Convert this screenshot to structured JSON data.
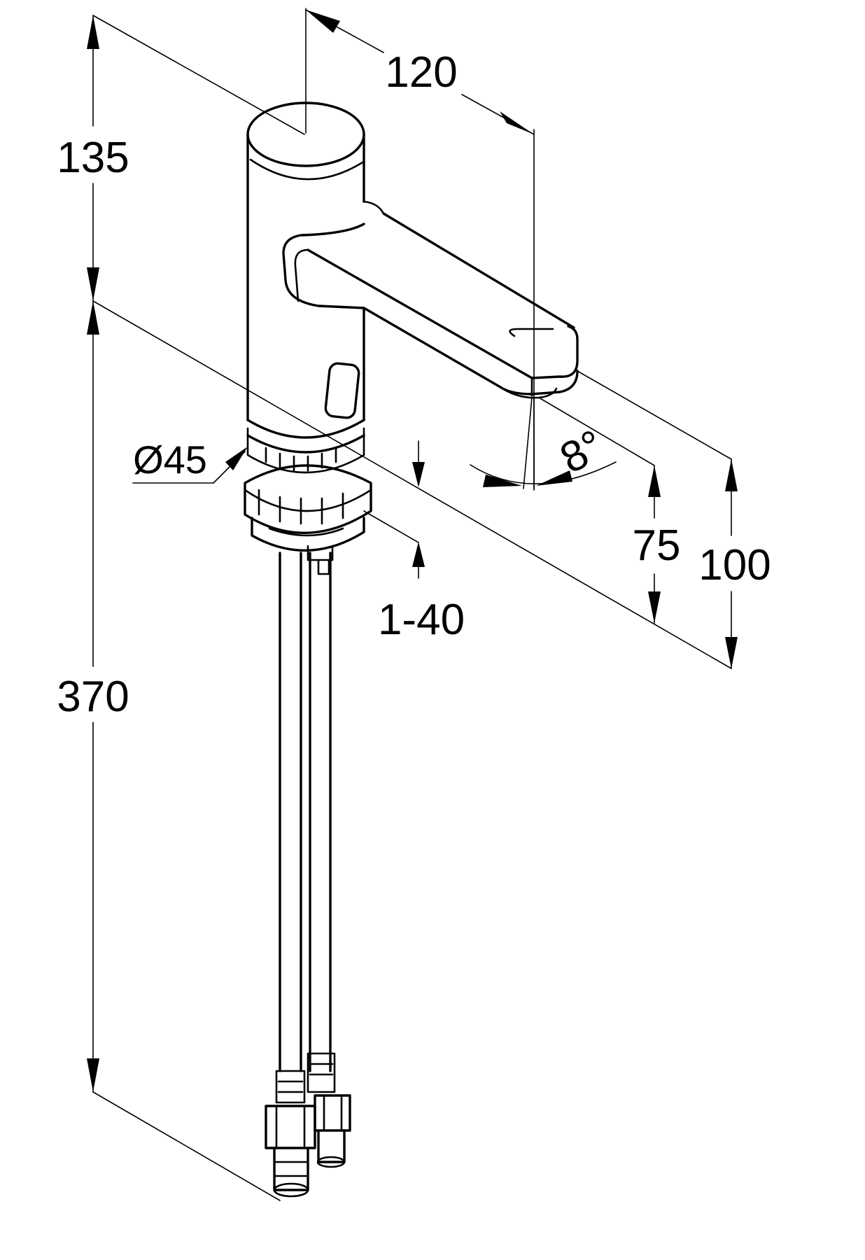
{
  "dimensions": {
    "height_upper": "135",
    "height_lower": "370",
    "spout_reach": "120",
    "diameter": "Ø45",
    "spray_angle": "8°",
    "spout_clearance": "75",
    "outlet_height": "100",
    "countertop_thickness": "1-40"
  },
  "colors": {
    "line": "#000000",
    "background": "#ffffff"
  }
}
